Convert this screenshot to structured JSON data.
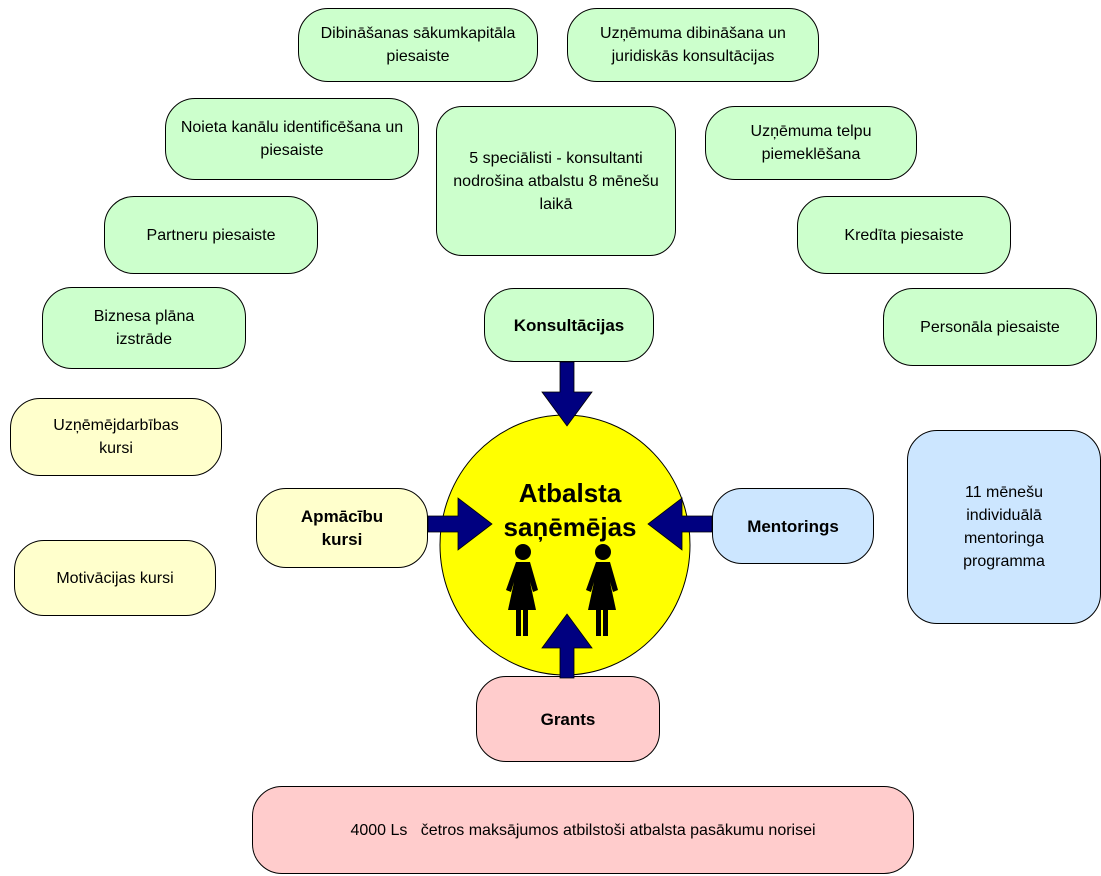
{
  "center": {
    "title_line1": "Atbalsta",
    "title_line2": "saņēmējas",
    "icon": "women-figures-icon"
  },
  "hubs": {
    "consultations": "Konsultācijas",
    "training": "Apmācību kursi",
    "mentoring": "Mentorings",
    "grants": "Grants"
  },
  "consultation_topics": [
    "Dibināšanas sākumkapitāla piesaiste",
    "Uzņēmuma dibināšana un juridiskās konsultācijas",
    "Noieta kanālu identificēšana un piesaiste",
    "Uzņēmuma telpu piemeklēšana",
    "Partneru piesaiste",
    "Kredīta piesaiste",
    "Biznesa plāna izstrāde",
    "Personāla piesaiste"
  ],
  "consultation_note": "5 speciālisti - konsultanti nodrošina atbalstu 8 mēnešu laikā",
  "training_topics": [
    "Uzņēmējdarbības kursi",
    "Motivācijas kursi"
  ],
  "mentoring_note": "11 mēnešu individuālā mentoringa programma",
  "grant_note": "4000 Ls   četros maksājumos atbilstoši atbalsta pasākumu norisei",
  "colors": {
    "consult": "#ccffcc",
    "training": "#ffffcc",
    "mentoring": "#cce6ff",
    "grants": "#ffcccc",
    "center": "#ffff00",
    "arrow": "#000080"
  }
}
